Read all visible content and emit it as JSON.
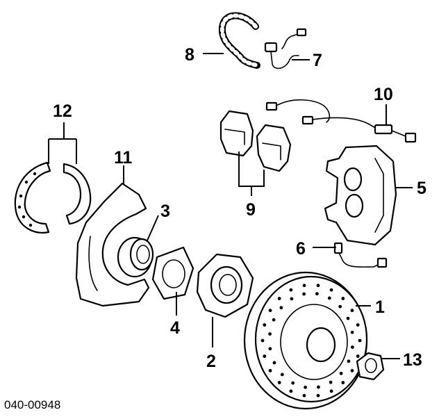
{
  "diagram": {
    "reference_code": "040-00948",
    "callouts": {
      "rotor": "1",
      "hub": "2",
      "bearing": "3",
      "gasket": "4",
      "caliper": "5",
      "brake_line": "6",
      "sensor_wire": "7",
      "hose": "8",
      "pads": "9",
      "sensor_cable": "10",
      "dust_shield": "11",
      "shoes": "12",
      "nut": "13"
    }
  }
}
